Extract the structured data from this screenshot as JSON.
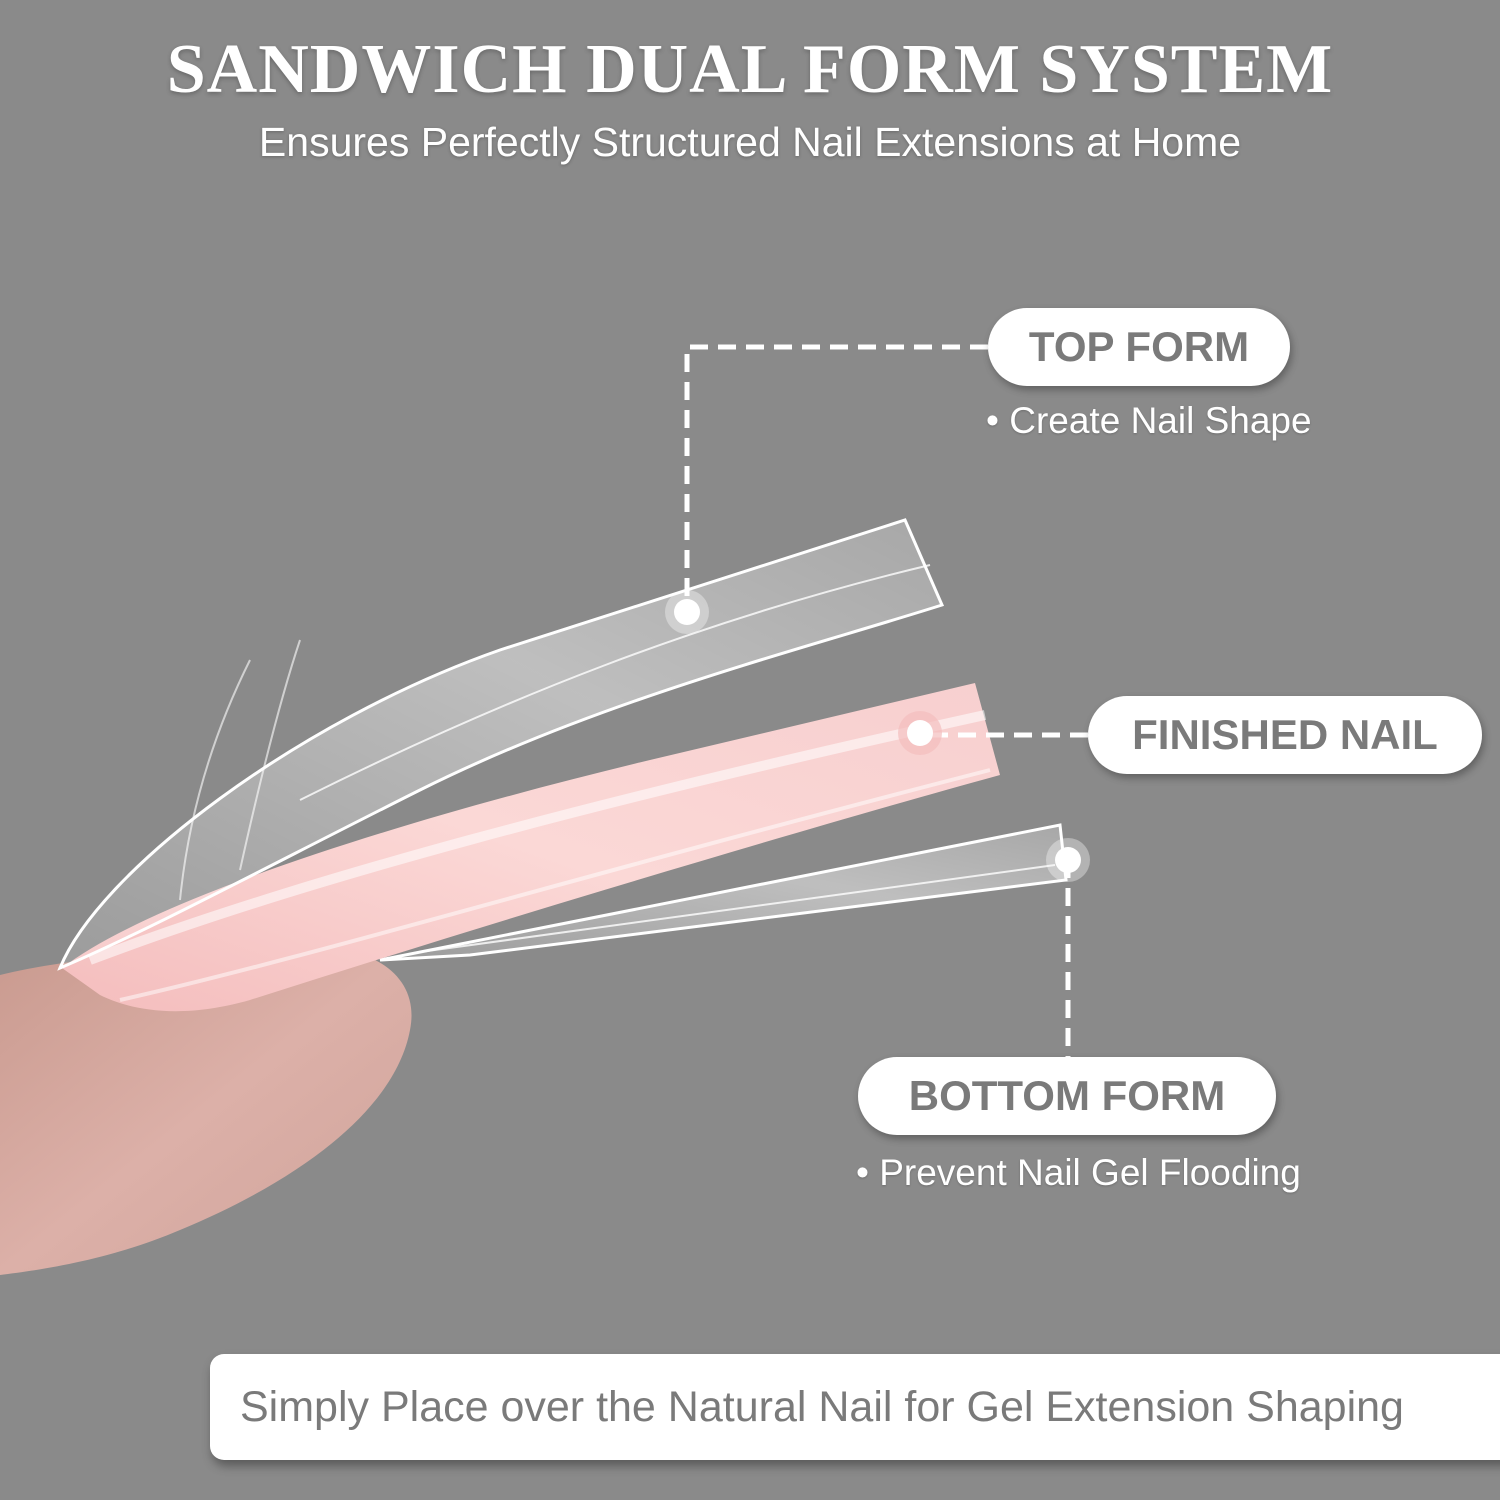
{
  "header": {
    "title": "SANDWICH DUAL FORM SYSTEM",
    "subtitle": "Ensures Perfectly Structured Nail Extensions at Home"
  },
  "callouts": [
    {
      "label": "TOP FORM",
      "note": "• Create Nail Shape"
    },
    {
      "label": "FINISHED NAIL",
      "note": ""
    },
    {
      "label": "BOTTOM FORM",
      "note": "• Prevent Nail Gel Flooding"
    }
  ],
  "footer": {
    "text": "Simply Place over the Natural Nail for Gel Extension Shaping"
  },
  "colors": {
    "background": "#8a8a8a",
    "pill_bg": "#ffffff",
    "pill_text": "#7a7a7a",
    "nail_pink": "#f6c8c8",
    "skin": "#d9a9a0"
  }
}
